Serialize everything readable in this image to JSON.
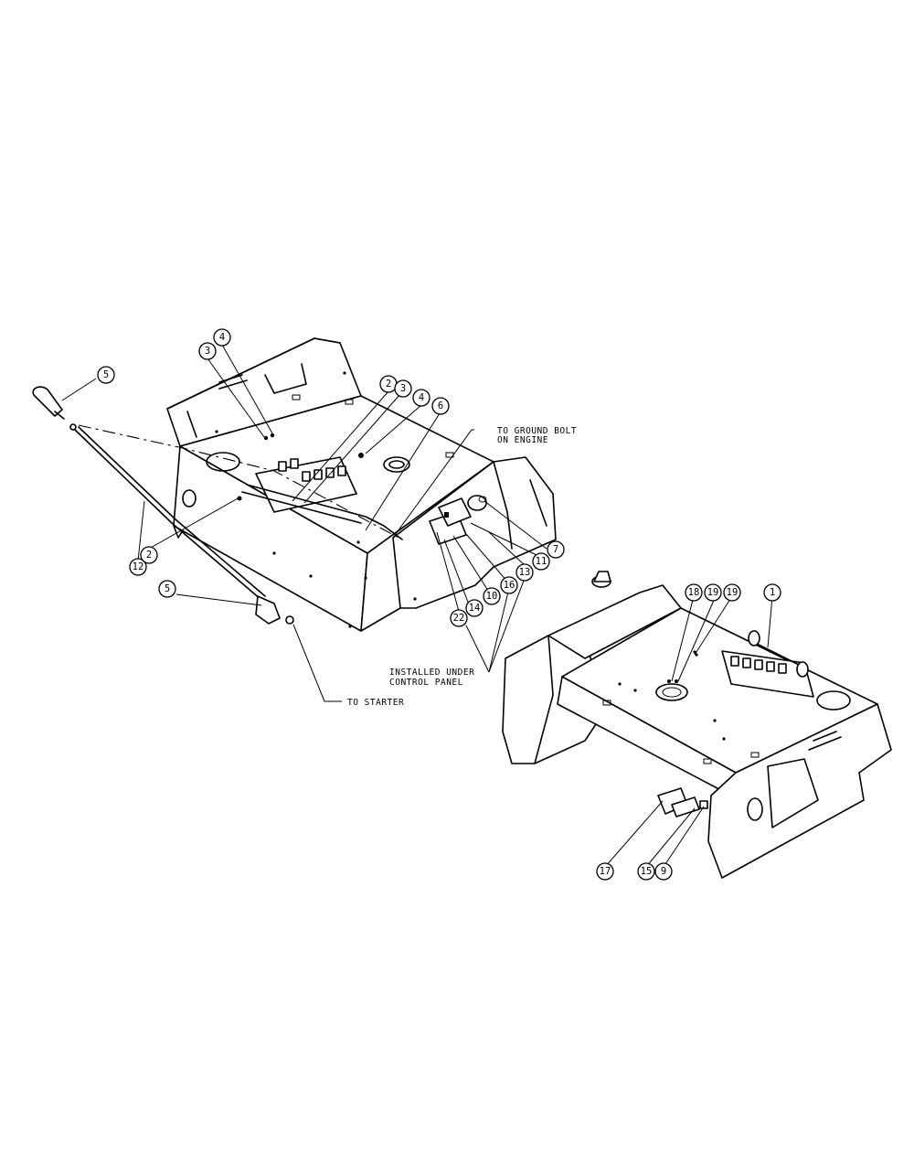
{
  "notes": {
    "ground_line1": "TO GROUND BOLT",
    "ground_line2": "ON ENGINE",
    "starter": "TO STARTER",
    "installed_line1": "INSTALLED UNDER",
    "installed_line2": "CONTROL PANEL"
  },
  "callouts": [
    {
      "id": "c-5a",
      "label": "5"
    },
    {
      "id": "c-4a",
      "label": "4"
    },
    {
      "id": "c-3a",
      "label": "3"
    },
    {
      "id": "c-2a",
      "label": "2"
    },
    {
      "id": "c-3b",
      "label": "3"
    },
    {
      "id": "c-4b",
      "label": "4"
    },
    {
      "id": "c-6",
      "label": "6"
    },
    {
      "id": "c-12",
      "label": "12"
    },
    {
      "id": "c-2b",
      "label": "2"
    },
    {
      "id": "c-5b",
      "label": "5"
    },
    {
      "id": "c-7",
      "label": "7"
    },
    {
      "id": "c-11",
      "label": "11"
    },
    {
      "id": "c-13",
      "label": "13"
    },
    {
      "id": "c-16",
      "label": "16"
    },
    {
      "id": "c-10",
      "label": "10"
    },
    {
      "id": "c-14",
      "label": "14"
    },
    {
      "id": "c-22",
      "label": "22"
    },
    {
      "id": "c-18",
      "label": "18"
    },
    {
      "id": "c-19a",
      "label": "19"
    },
    {
      "id": "c-19b",
      "label": "19"
    },
    {
      "id": "c-1",
      "label": "1"
    },
    {
      "id": "c-17",
      "label": "17"
    },
    {
      "id": "c-15",
      "label": "15"
    },
    {
      "id": "c-9",
      "label": "9"
    }
  ]
}
